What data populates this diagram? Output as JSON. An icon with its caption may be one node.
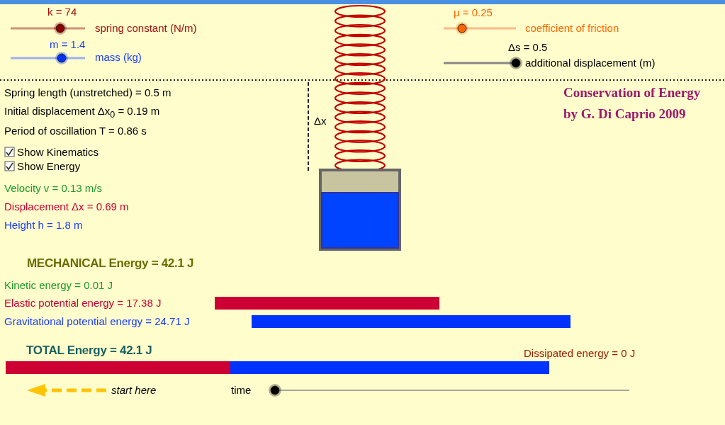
{
  "diagram": {
    "title": "Conservation of Energy",
    "nodes": [
      {
        "text": [],
        "shape": "bar"
      },
      {
        "text": [],
        "shape": "bar"
      },
      {
        "text": [],
        "shape": "bar"
      },
      {
        "text": [],
        "shape": "bar"
      }
    ],
    "labels": [
      "k = 74",
      "spring constant (N/m)",
      "m = 1.4",
      "mass (kg)",
      "μ = 0.25",
      "coefficient of friction",
      "Δs = 0.5",
      "additional displacement (m)",
      "Spring length (unstretched) = 0.5 m",
      "Initial displacement Δx$_{0}$ = 0.19 m",
      "Period of oscillation T = 0.86 s",
      "Δx",
      "by G. Di Caprio 2009",
      "Show Kinematics",
      "Show Energy",
      "Velocity v = 0.13 m/s",
      "Displacement Δx = 0.69 m",
      "Height h = 1.8 m",
      "MECHANICAL Energy = 42.1 J",
      "Kinetic energy = 0.01 J",
      "Elastic potential energy = 17.38 J",
      "Gravitational potential energy = 24.71 J",
      "TOTAL Energy = 42.1 J",
      "Dissipated energy = 0 J",
      "start here",
      "time"
    ]
  }
}
